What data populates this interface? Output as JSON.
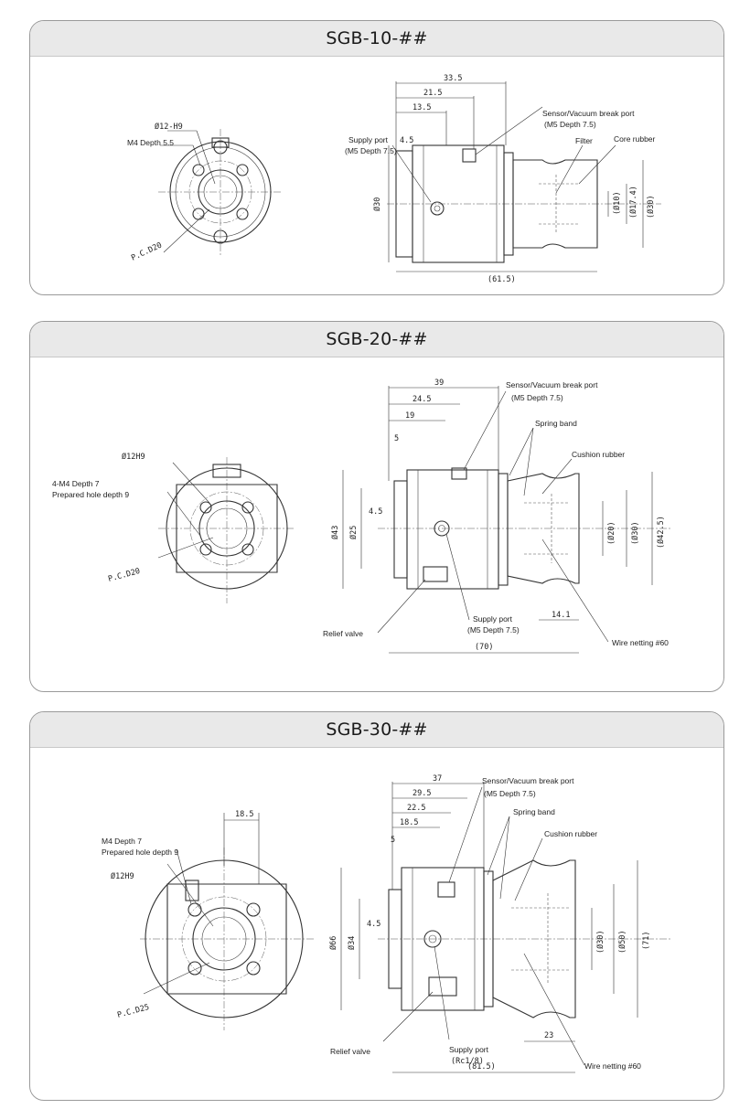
{
  "panels": [
    {
      "title": "SGB-10-##",
      "labels": {
        "bore": "Ø12-H9",
        "tap": "M4 Depth 5.5",
        "pcd": "P.C.D20",
        "supply_port": "Supply port",
        "supply_port_spec": "(M5 Depth 7.5)",
        "sensor_port": "Sensor/Vacuum break port",
        "sensor_port_spec": "(M5 Depth 7.5)",
        "filter": "Filter",
        "core_rubber": "Core rubber"
      },
      "dims": {
        "d33_5": "33.5",
        "d21_5": "21.5",
        "d13_5": "13.5",
        "d4_5": "4.5",
        "dia30_left": "Ø30",
        "dia10": "(Ø10)",
        "dia17_4": "(Ø17.4)",
        "dia30_right": "(Ø30)",
        "len": "(61.5)"
      }
    },
    {
      "title": "SGB-20-##",
      "labels": {
        "bore": "Ø12H9",
        "tap": "4-M4 Depth 7",
        "tap2": "Prepared hole depth 9",
        "pcd": "P.C.D20",
        "sensor_port": "Sensor/Vacuum break port",
        "sensor_port_spec": "(M5 Depth 7.5)",
        "spring_band": "Spring band",
        "cushion_rubber": "Cushion rubber",
        "supply_port": "Supply port",
        "supply_port_spec": "(M5 Depth 7.5)",
        "relief_valve": "Relief valve",
        "wire_netting": "Wire netting #60"
      },
      "dims": {
        "d39": "39",
        "d24_5": "24.5",
        "d19": "19",
        "d5": "5",
        "d4_5": "4.5",
        "dia43": "Ø43",
        "dia25": "Ø25",
        "dia20": "(Ø20)",
        "dia30": "(Ø30)",
        "dia42_5": "(Ø42.5)",
        "d14_1": "14.1",
        "len": "(70)"
      }
    },
    {
      "title": "SGB-30-##",
      "labels": {
        "top_dim": "18.5",
        "tap": "M4 Depth 7",
        "tap2": "Prepared hole depth 9",
        "bore": "Ø12H9",
        "pcd": "P.C.D25",
        "sensor_port": "Sensor/Vacuum break port",
        "sensor_port_spec": "(M5 Depth 7.5)",
        "spring_band": "Spring band",
        "cushion_rubber": "Cushion rubber",
        "relief_valve": "Relief valve",
        "supply_port": "Supply port",
        "supply_port_spec": "(Rc1/8)",
        "wire_netting": "Wire netting #60"
      },
      "dims": {
        "d37": "37",
        "d29_5": "29.5",
        "d22_5": "22.5",
        "d18_5": "18.5",
        "d5": "5",
        "d4_5": "4.5",
        "dia66": "Ø66",
        "dia34": "Ø34",
        "dia30": "(Ø30)",
        "dia50": "(Ø50)",
        "dia71": "(71)",
        "d23": "23",
        "len": "(81.5)"
      }
    }
  ]
}
